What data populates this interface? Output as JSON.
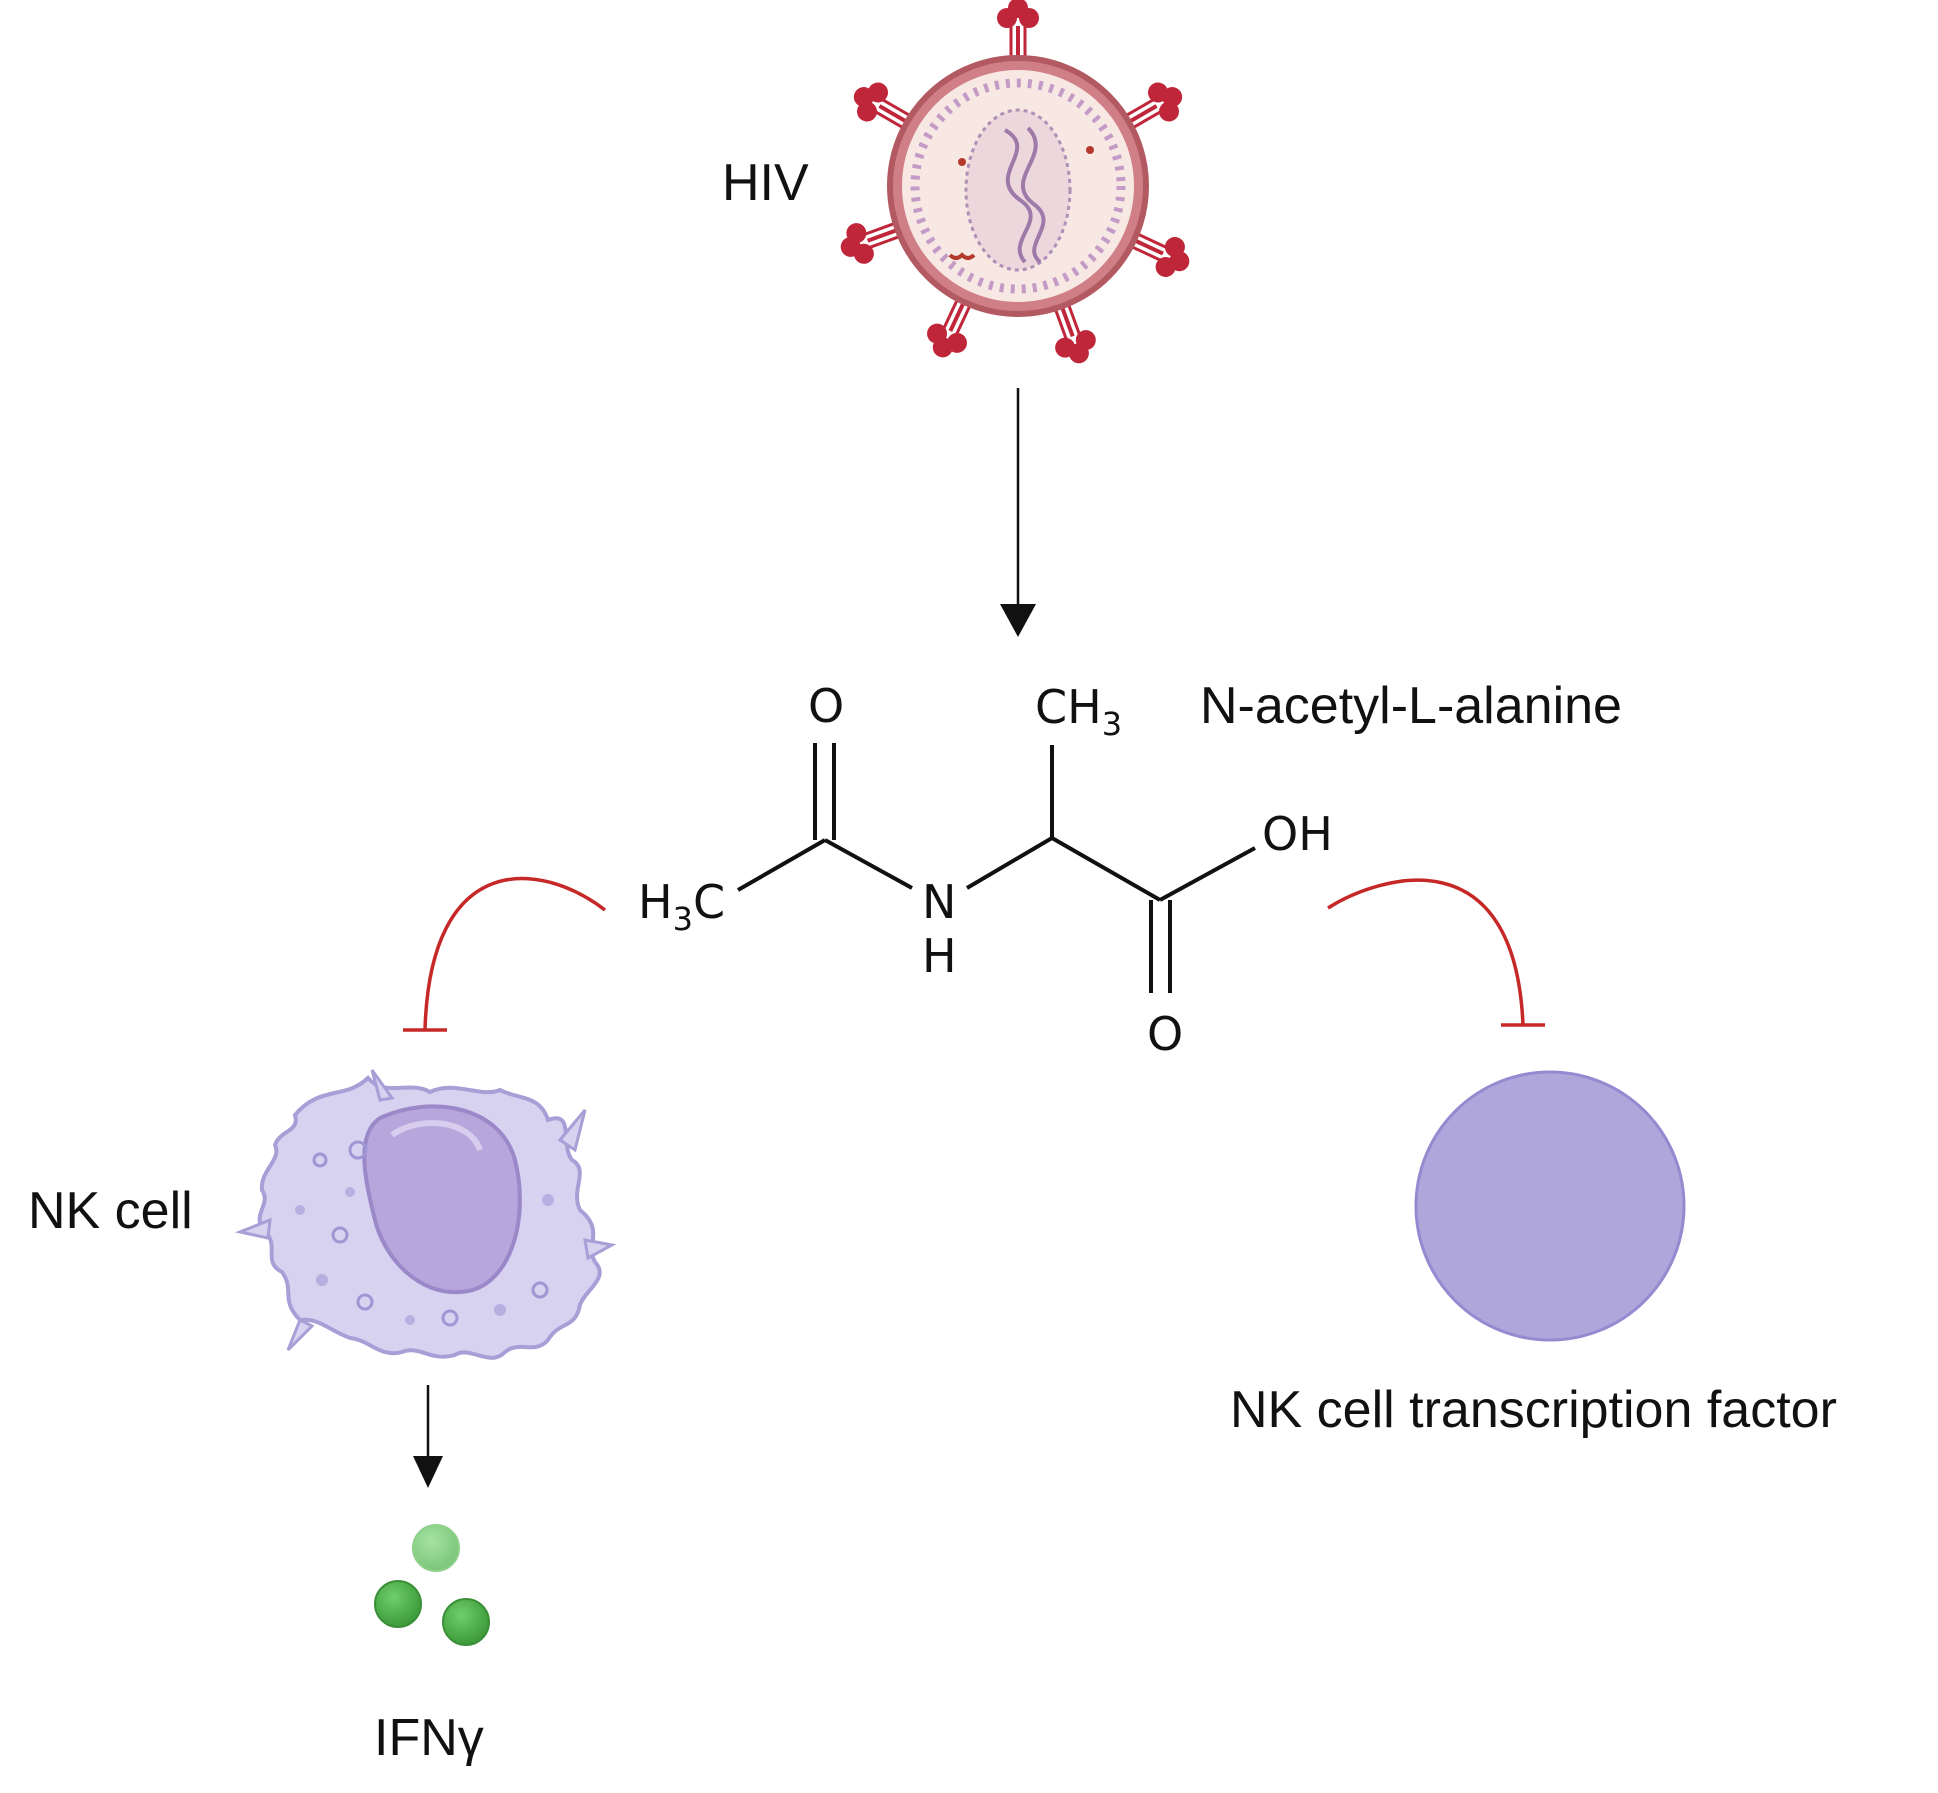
{
  "labels": {
    "hiv": "HIV",
    "compound": "N-acetyl-L-alanine",
    "nk_cell": "NK cell",
    "tf": "NK cell transcription factor",
    "ifn": "IFNγ"
  },
  "molecule": {
    "carbonyl_o1": "O",
    "methyl_top_main": "CH",
    "methyl_top_sub": "3",
    "hydroxyl": "OH",
    "methyl_left_h": "H",
    "methyl_left_sub": "3",
    "methyl_left_c": "C",
    "amine_n": "N",
    "amine_h": "H",
    "carbonyl_o2": "O"
  },
  "colors": {
    "virus_envelope": "#c0616c",
    "virus_inner": "#f6e6e2",
    "spike": "#c0263a",
    "inhibit": "#c62828",
    "arrow": "#111111",
    "nk_cell_body": "#d4d0ef",
    "nk_nucleus": "#b7a6dc",
    "tf_circle": "#afa6dc",
    "ifn_green": "#4caf50"
  },
  "icons": [
    "hiv-virion-icon",
    "nk-cell-icon",
    "transcription-factor-icon",
    "ifn-gamma-icon"
  ]
}
